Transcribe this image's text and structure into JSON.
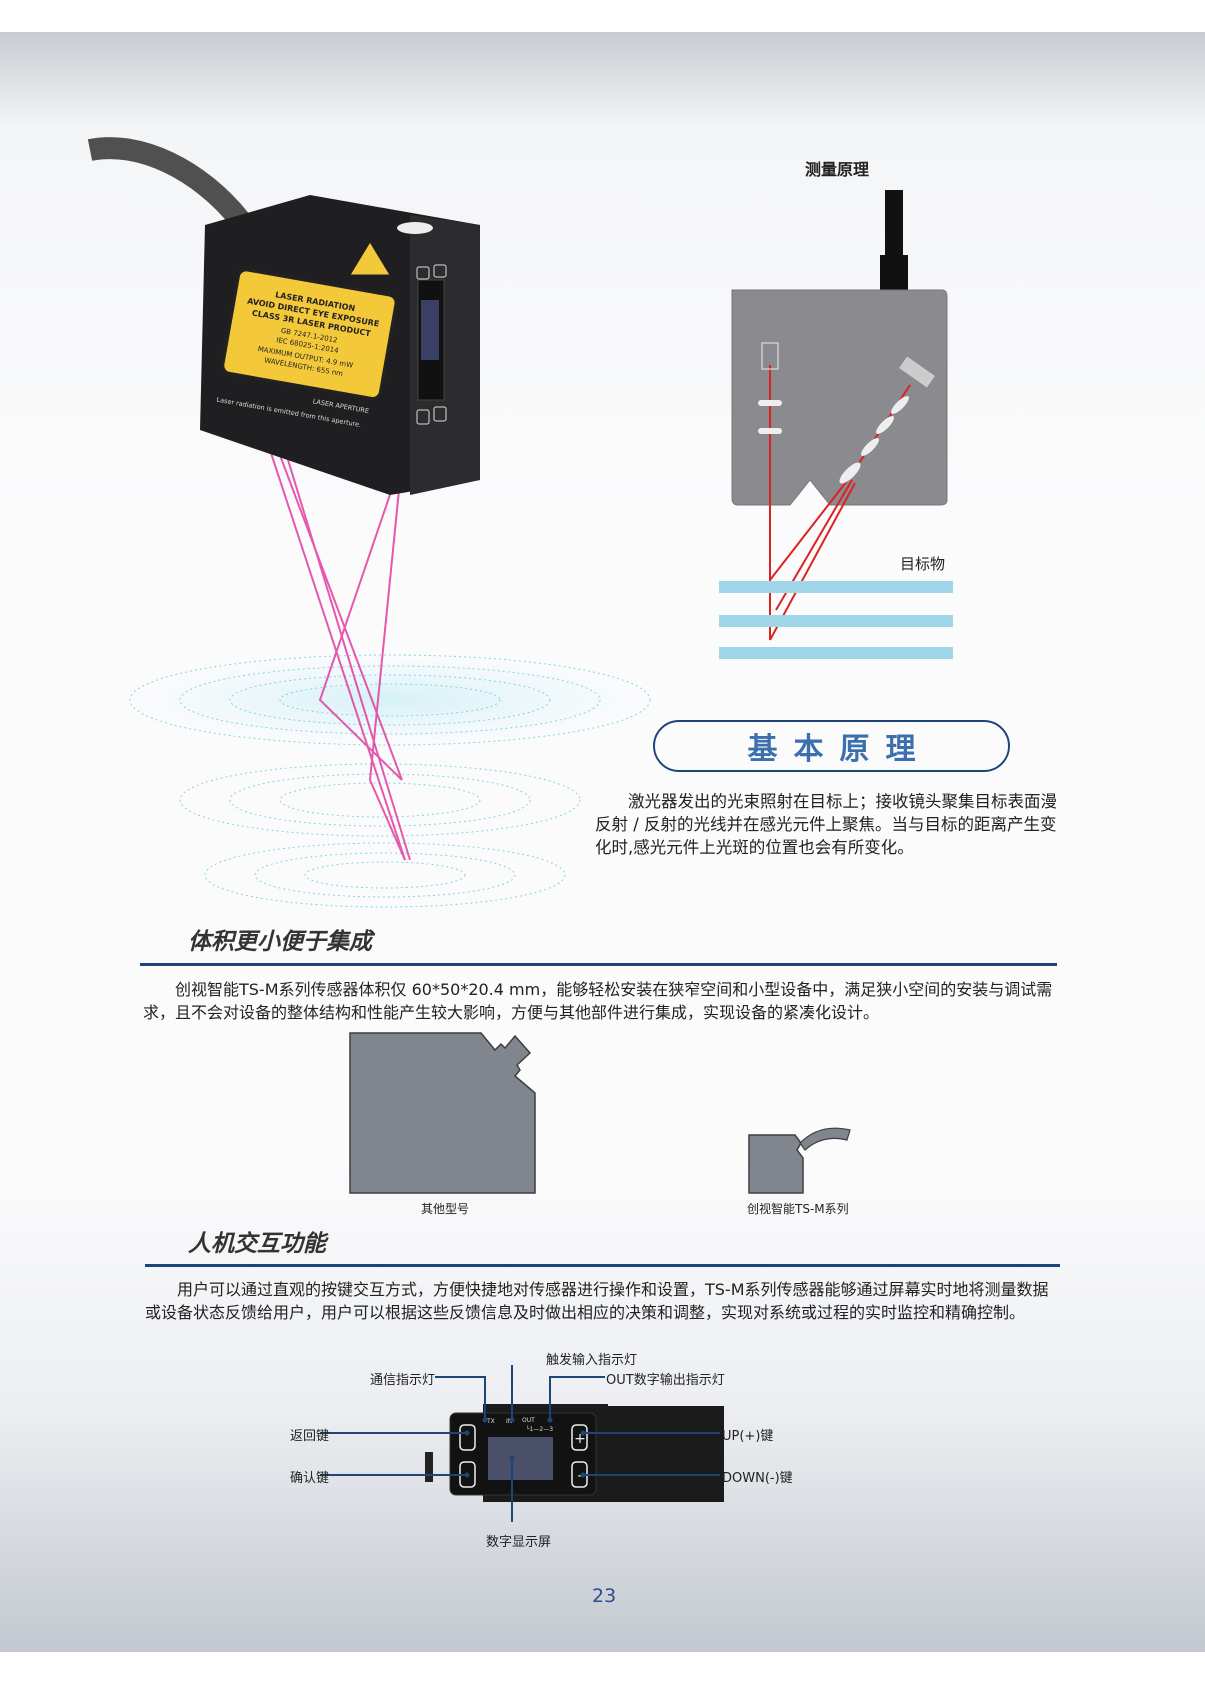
{
  "product_label": {
    "lines": [
      "LASER RADIATION",
      "AVOID DIRECT EYE EXPOSURE",
      "CLASS 3R LASER PRODUCT",
      "GB 7247.1-2012",
      "IEC 68025-1:2014",
      "MAXIMUM OUTPUT: 4.9 mW",
      "WAVELENGTH: 655 nm"
    ],
    "aperture": "LASER APERTURE",
    "emitted": "Laser radiation is emitted from this aperture."
  },
  "measurement_diagram": {
    "title": "测量原理",
    "target_label": "目标物"
  },
  "basic_principle": {
    "title": "基本原理",
    "text": "激光器发出的光束照射在目标上；接收镜头聚集目标表面漫反射 / 反射的光线并在感光元件上聚焦。当与目标的距离产生变化时,感光元件上光斑的位置也会有所变化。"
  },
  "section_size": {
    "title": "体积更小便于集成",
    "text": "创视智能TS-M系列传感器体积仅 60*50*20.4 mm，能够轻松安装在狭窄空间和小型设备中，满足狭小空间的安装与调试需求，且不会对设备的整体结构和性能产生较大影响，方便与其他部件进行集成，实现设备的紧凑化设计。",
    "compare_labels": [
      "其他型号",
      "创视智能TS-M系列"
    ]
  },
  "section_hmi": {
    "title": "人机交互功能",
    "text": "用户可以通过直观的按键交互方式，方便快捷地对传感器进行操作和设置，TS-M系列传感器能够通过屏幕实时地将测量数据或设备状态反馈给用户，用户可以根据这些反馈信息及时做出相应的决策和调整，实现对系统或过程的实时监控和精确控制。",
    "callouts": {
      "trigger": "触发输入指示灯",
      "comm": "通信指示灯",
      "out": "OUT数字输出指示灯",
      "back": "返回键",
      "confirm": "确认键",
      "up": "UP(+)键",
      "down": "DOWN(-)键",
      "display": "数字显示屏"
    },
    "panel": {
      "tx": "TX",
      "in": "IN",
      "out": "OUT",
      "out_channels": "└1—2—3"
    }
  },
  "page_number": "23",
  "colors": {
    "accent": "#1e4478",
    "title_blue": "#3d6fae",
    "laser": "#e0309a"
  }
}
